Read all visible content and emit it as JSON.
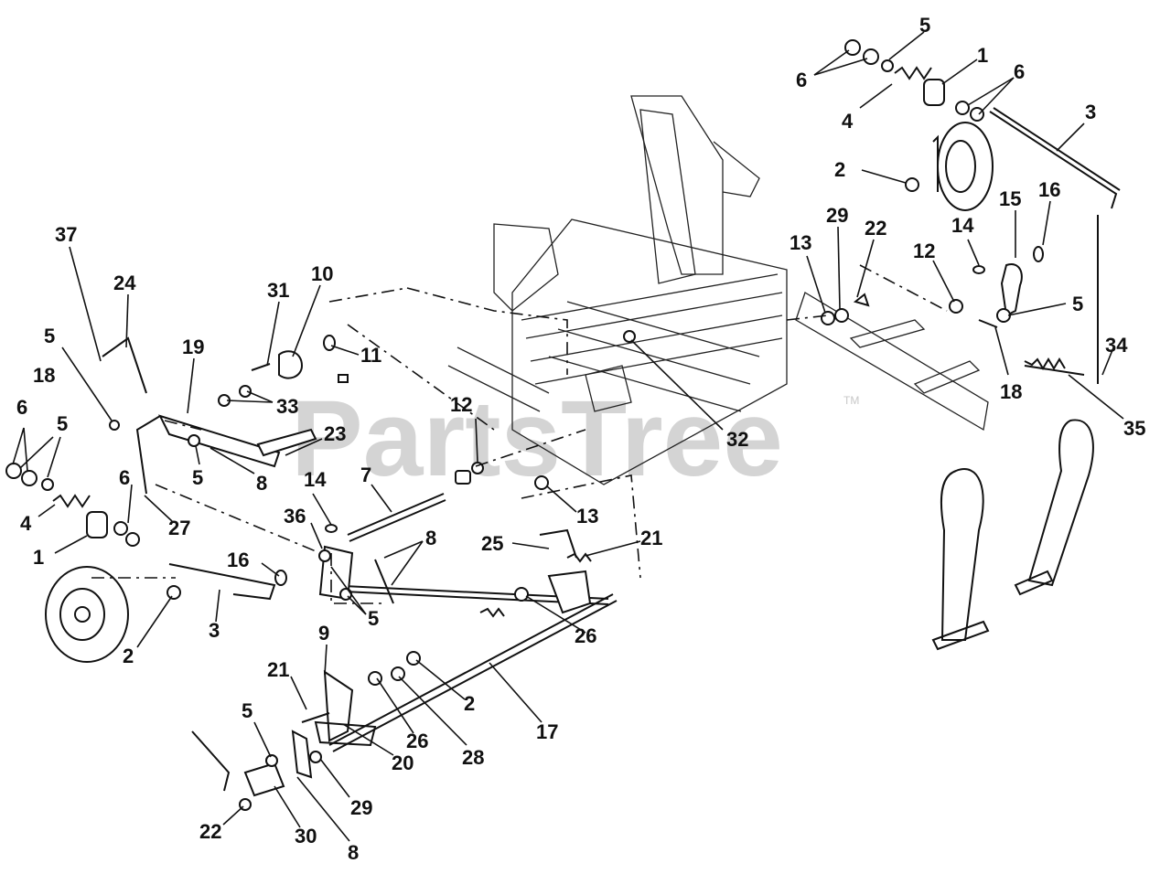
{
  "watermark": {
    "text": "PartsTree",
    "trademark": "TM"
  },
  "callouts": [
    {
      "id": "c-5a",
      "label": "5"
    },
    {
      "id": "c-1a",
      "label": "1"
    },
    {
      "id": "c-6a",
      "label": "6"
    },
    {
      "id": "c-6b",
      "label": "6"
    },
    {
      "id": "c-4a",
      "label": "4"
    },
    {
      "id": "c-3a",
      "label": "3"
    },
    {
      "id": "c-2a",
      "label": "2"
    },
    {
      "id": "c-16a",
      "label": "16"
    },
    {
      "id": "c-15",
      "label": "15"
    },
    {
      "id": "c-14a",
      "label": "14"
    },
    {
      "id": "c-29a",
      "label": "29"
    },
    {
      "id": "c-22a",
      "label": "22"
    },
    {
      "id": "c-13a",
      "label": "13"
    },
    {
      "id": "c-12a",
      "label": "12"
    },
    {
      "id": "c-5b",
      "label": "5"
    },
    {
      "id": "c-37",
      "label": "37"
    },
    {
      "id": "c-24",
      "label": "24"
    },
    {
      "id": "c-31",
      "label": "31"
    },
    {
      "id": "c-10",
      "label": "10"
    },
    {
      "id": "c-11",
      "label": "11"
    },
    {
      "id": "c-19",
      "label": "19"
    },
    {
      "id": "c-5c",
      "label": "5"
    },
    {
      "id": "c-18a",
      "label": "18"
    },
    {
      "id": "c-34",
      "label": "34"
    },
    {
      "id": "c-18b",
      "label": "18"
    },
    {
      "id": "c-35",
      "label": "35"
    },
    {
      "id": "c-33",
      "label": "33"
    },
    {
      "id": "c-6c",
      "label": "6"
    },
    {
      "id": "c-5d",
      "label": "5"
    },
    {
      "id": "c-12b",
      "label": "12"
    },
    {
      "id": "c-32",
      "label": "32"
    },
    {
      "id": "c-23",
      "label": "23"
    },
    {
      "id": "c-5e",
      "label": "5"
    },
    {
      "id": "c-8a",
      "label": "8"
    },
    {
      "id": "c-6d",
      "label": "6"
    },
    {
      "id": "c-14b",
      "label": "14"
    },
    {
      "id": "c-7",
      "label": "7"
    },
    {
      "id": "c-13b",
      "label": "13"
    },
    {
      "id": "c-4b",
      "label": "4"
    },
    {
      "id": "c-27",
      "label": "27"
    },
    {
      "id": "c-36",
      "label": "36"
    },
    {
      "id": "c-8b",
      "label": "8"
    },
    {
      "id": "c-25",
      "label": "25"
    },
    {
      "id": "c-21a",
      "label": "21"
    },
    {
      "id": "c-1b",
      "label": "1"
    },
    {
      "id": "c-16b",
      "label": "16"
    },
    {
      "id": "c-5f",
      "label": "5"
    },
    {
      "id": "c-26a",
      "label": "26"
    },
    {
      "id": "c-2b",
      "label": "2"
    },
    {
      "id": "c-3b",
      "label": "3"
    },
    {
      "id": "c-9",
      "label": "9"
    },
    {
      "id": "c-21b",
      "label": "21"
    },
    {
      "id": "c-2c",
      "label": "2"
    },
    {
      "id": "c-17",
      "label": "17"
    },
    {
      "id": "c-5g",
      "label": "5"
    },
    {
      "id": "c-26b",
      "label": "26"
    },
    {
      "id": "c-28",
      "label": "28"
    },
    {
      "id": "c-20",
      "label": "20"
    },
    {
      "id": "c-29b",
      "label": "29"
    },
    {
      "id": "c-22b",
      "label": "22"
    },
    {
      "id": "c-30",
      "label": "30"
    },
    {
      "id": "c-8c",
      "label": "8"
    }
  ]
}
